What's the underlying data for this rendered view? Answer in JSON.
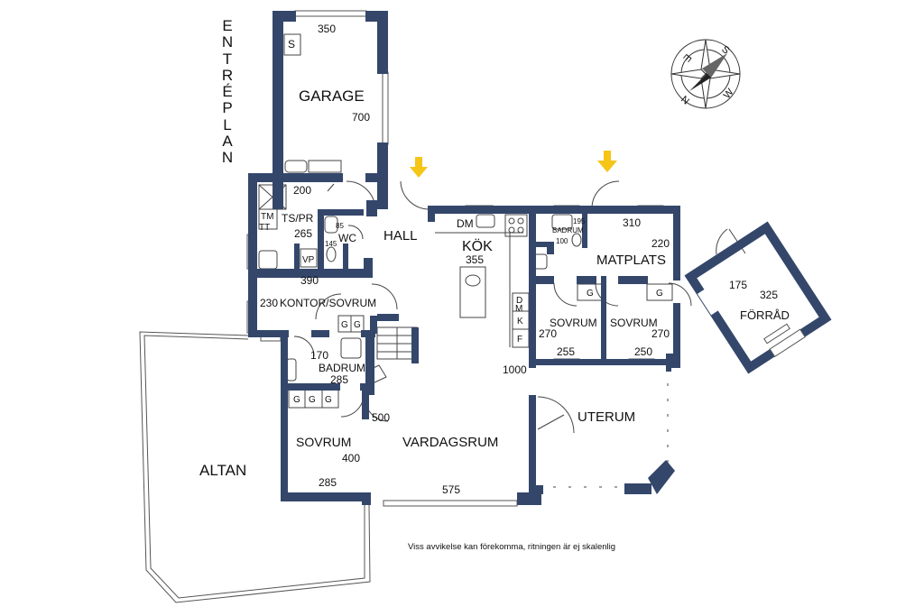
{
  "side_title": [
    "E",
    "N",
    "T",
    "R",
    "É",
    "P",
    "L",
    "A",
    "N"
  ],
  "compass": {
    "letters": [
      "S",
      "W",
      "N",
      "E"
    ]
  },
  "rooms": {
    "garage": "GARAGE",
    "ts_pr": "TS/PR",
    "wc": "WC",
    "hall": "HALL",
    "kok": "KÖK",
    "badrum_small": "BADRUM",
    "matplats": "MATPLATS",
    "forrad": "FÖRRÅD",
    "kontor": "KONTOR/SOVRUM",
    "sovrum_1": "SOVRUM",
    "sovrum_2": "SOVRUM",
    "badrum": "BADRUM",
    "sovrum_3": "SOVRUM",
    "vardagsrum": "VARDAGSRUM",
    "uterum": "UTERUM",
    "altan": "ALTAN"
  },
  "dims": {
    "garage_w": "350",
    "garage_l": "700",
    "ts_w": "200",
    "ts_l": "265",
    "wc_w": "85",
    "wc_l": "145",
    "kok_w": "355",
    "bad_small_w": "195",
    "bad_small_l": "100",
    "mat_w": "310",
    "mat_l": "220",
    "forrad_w": "175",
    "forrad_l": "325",
    "kontor_w": "390",
    "kontor_l": "230",
    "sov1_l": "270",
    "sov1_w": "255",
    "sov2_l": "270",
    "sov2_w": "250",
    "bad_w": "170",
    "bad_l": "285",
    "living_l": "1000",
    "living_w": "575",
    "sov3_l": "400",
    "sov3_w": "285",
    "hall_side": "500"
  },
  "fixtures": {
    "s": "S",
    "tm": "TM",
    "tt": "TT",
    "vp": "VP",
    "dm": "DM",
    "d": "D",
    "m": "M",
    "k": "K",
    "f": "F",
    "g": "G"
  },
  "disclaimer": "Viss avvikelse kan förekomma, ritningen är ej skalenlig",
  "colors": {
    "wall": "#34476b",
    "arrow": "#f5c518",
    "thin": "#444444"
  }
}
